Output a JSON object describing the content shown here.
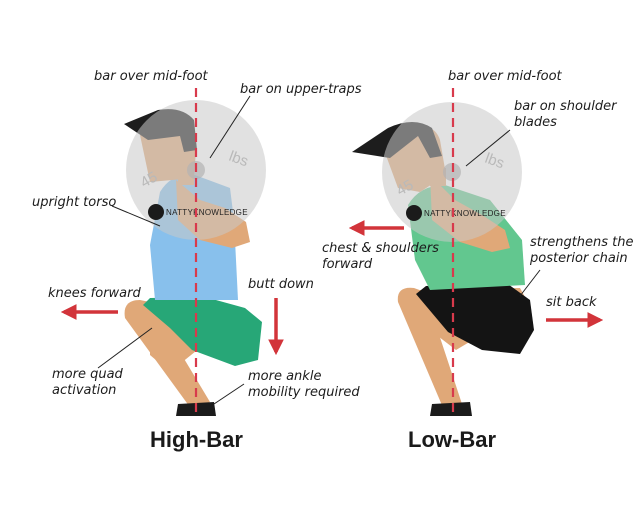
{
  "colors": {
    "skin": "#e0a878",
    "hair": "#1d1d1d",
    "dashed_line": "#d83a4c",
    "arrow": "#d2343a",
    "plate": "#c9c9c9",
    "high_bar_shirt": "#88c0ec",
    "high_bar_shorts": "#27a777",
    "low_bar_shirt": "#62c78f",
    "low_bar_shorts": "#141414",
    "shoe": "#1b1b1b"
  },
  "high_bar": {
    "title": "High-Bar",
    "labels": {
      "mid_foot": "bar over mid-foot",
      "bar_position": "bar on upper-traps",
      "torso": "upright torso",
      "knees": "knees forward",
      "butt": "butt down",
      "quad_1": "more quad",
      "quad_2": "activation",
      "ankle_1": "more ankle",
      "ankle_2": "mobility required"
    },
    "logo_text": "NATTYKNOWLEDGE",
    "plate_text": "lbs",
    "plate_number": "45"
  },
  "low_bar": {
    "title": "Low-Bar",
    "labels": {
      "mid_foot": "bar over mid-foot",
      "bar_position_1": "bar on shoulder",
      "bar_position_2": "blades",
      "chest_1": "chest & shoulders",
      "chest_2": "forward",
      "posterior_1": "strengthens the",
      "posterior_2": "posterior chain",
      "sit_back": "sit back"
    },
    "logo_text": "NATTYKNOWLEDGE",
    "plate_text": "lbs",
    "plate_number": "45"
  }
}
